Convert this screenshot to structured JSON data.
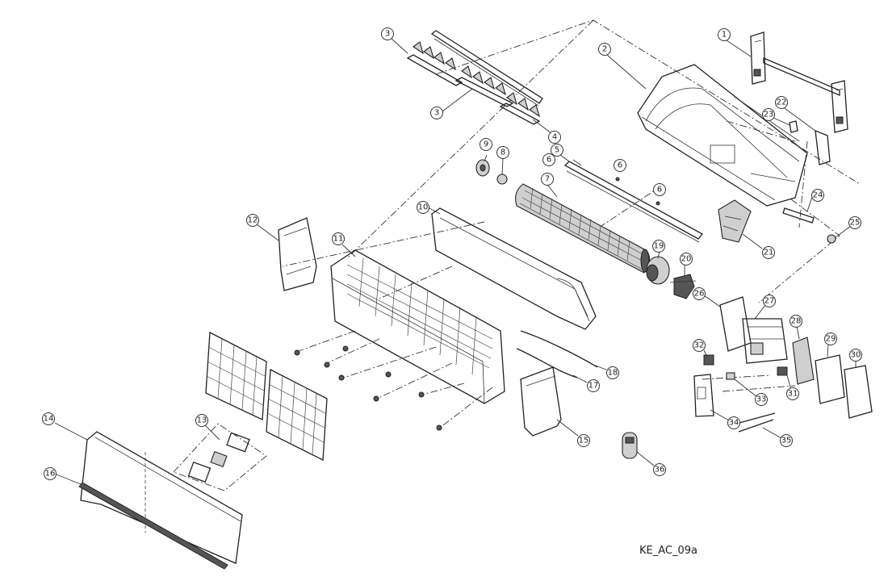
{
  "figure_code": "KE_AC_09a",
  "callouts": [
    "1",
    "2",
    "3",
    "3",
    "4",
    "5",
    "6",
    "6",
    "6",
    "7",
    "8",
    "9",
    "10",
    "11",
    "12",
    "13",
    "14",
    "15",
    "16",
    "17",
    "18",
    "19",
    "20",
    "21",
    "22",
    "23",
    "24",
    "25",
    "26",
    "27",
    "28",
    "29",
    "30",
    "31",
    "32",
    "33",
    "34",
    "35",
    "36"
  ]
}
